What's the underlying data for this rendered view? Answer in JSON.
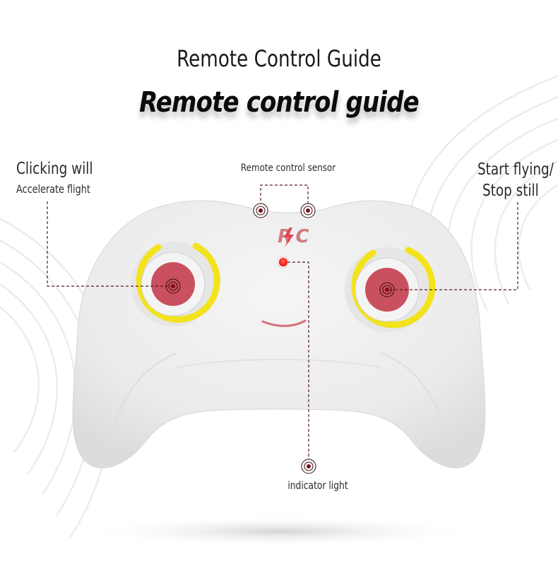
{
  "header": {
    "title": "Remote Control Guide",
    "subtitle": "Remote control guide"
  },
  "callouts": {
    "left_stick": {
      "line1": "Clicking will",
      "line2": "Accelerate flight"
    },
    "sensor": {
      "label": "Remote control sensor"
    },
    "right_stick": {
      "line1": "Start flying/",
      "line2": "Stop still"
    },
    "indicator": {
      "label": "indicator light"
    }
  },
  "controller": {
    "logo": "R⚡C",
    "body_color": "#ebebeb",
    "stick_color": "#c9505e",
    "ring_color": "#f2e31c",
    "led_color": "#ff2a1a"
  },
  "colors": {
    "callout_line": "#5a1a1a",
    "marker": "#7a0f14",
    "text": "#2b2b2b"
  }
}
